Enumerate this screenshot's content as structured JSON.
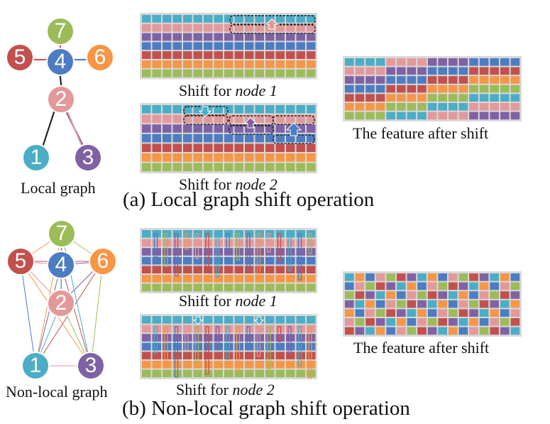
{
  "colors": {
    "node1": "#4badc6",
    "node2": "#e3999a",
    "node3": "#7f62a3",
    "node4": "#4c7cc2",
    "node5": "#c2504d",
    "node6": "#f69646",
    "node7": "#9cbb59"
  },
  "icons": {
    "shift_up_arrow": "arrow-up-icon",
    "shift_down_arrow": "arrow-down-icon"
  },
  "part_a": {
    "section_title": "(a) Local graph shift operation",
    "graph_label": "Local graph",
    "shift1_prefix": "Shift for ",
    "shift1_node": "node 1",
    "shift2_prefix": "Shift for ",
    "shift2_node": "node 2",
    "after_label": "The feature after shift"
  },
  "part_b": {
    "section_title": "(b) Non-local graph shift operation",
    "graph_label": "Non-local graph",
    "shift1_prefix": "Shift for ",
    "shift1_node": "node 1",
    "shift2_prefix": "Shift for ",
    "shift2_node": "node 2",
    "after_label": "The feature after shift"
  },
  "nodes": [
    {
      "id": "1",
      "label": "1",
      "color": "#4badc6"
    },
    {
      "id": "2",
      "label": "2",
      "color": "#e3999a"
    },
    {
      "id": "3",
      "label": "3",
      "color": "#7f62a3"
    },
    {
      "id": "4",
      "label": "4",
      "color": "#4c7cc2"
    },
    {
      "id": "5",
      "label": "5",
      "color": "#c2504d"
    },
    {
      "id": "6",
      "label": "6",
      "color": "#f69646"
    },
    {
      "id": "7",
      "label": "7",
      "color": "#9cbb59"
    }
  ]
}
